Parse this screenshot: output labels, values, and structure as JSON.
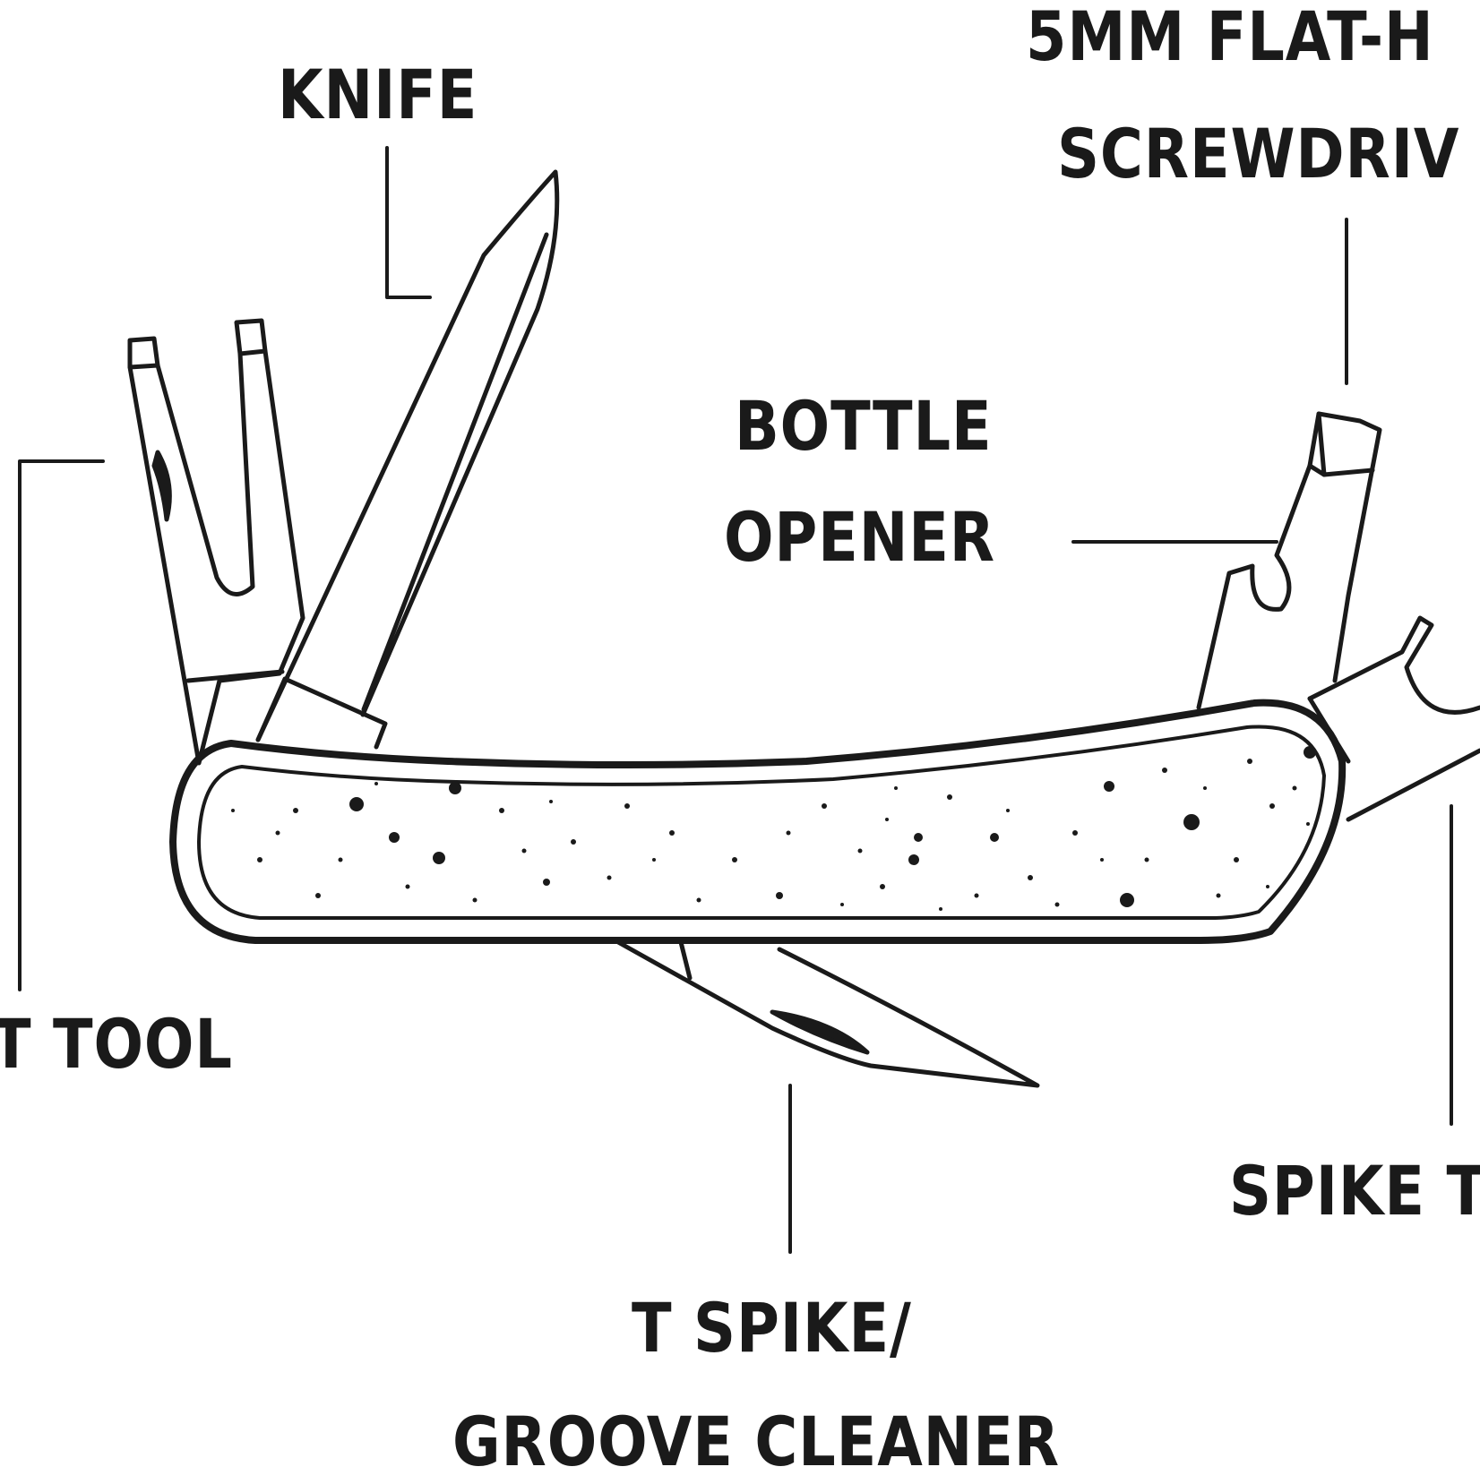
{
  "diagram": {
    "labels": {
      "knife": "KNIFE",
      "screwdriver_line1": "5MM FLAT-H",
      "screwdriver_line2": "SCREWDRIV",
      "bottle_opener_line1": "BOTTLE",
      "bottle_opener_line2": "OPENER",
      "divot_tool": "T TOOL",
      "spike_tool": "SPIKE T",
      "t_spike_line1": "T SPIKE/",
      "t_spike_line2": "GROOVE CLEANER"
    },
    "colors": {
      "ink": "#1a1a1a",
      "background": "#ffffff"
    }
  }
}
